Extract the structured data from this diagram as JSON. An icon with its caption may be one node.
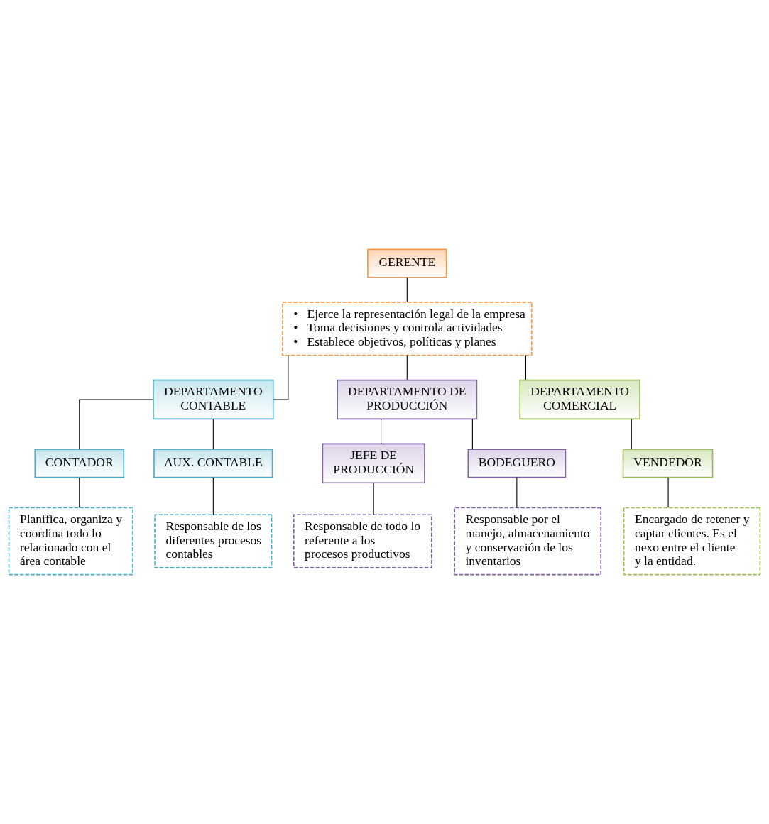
{
  "diagram": {
    "nodes": [
      {
        "text": [
          "GERENTE"
        ]
      },
      {
        "text": [
          "•   Ejerce la representación legal de la empresa",
          "•   Toma decisiones y controla actividades",
          "•   Establece objetivos, políticas y planes"
        ]
      },
      {
        "text": [
          "DEPARTAMENTO CONTABLE"
        ]
      },
      {
        "text": [
          "DEPARTAMENTO DE PRODUCCIÓN"
        ]
      },
      {
        "text": [
          "DEPARTAMENTO COMERCIAL"
        ]
      },
      {
        "text": [
          "CONTADOR"
        ]
      },
      {
        "text": [
          "Planifica, organiza y coordina todo lo relacionado con el área contable"
        ]
      },
      {
        "text": [
          "AUX. CONTABLE"
        ]
      },
      {
        "text": [
          "Responsable de los diferentes procesos contables"
        ]
      },
      {
        "text": [
          "JEFE DE PRODUCCIÓN"
        ]
      },
      {
        "text": [
          "Responsable de todo lo referente a los procesos productivos"
        ]
      },
      {
        "text": [
          "BODEGUERO"
        ]
      },
      {
        "text": [
          "Responsable por el manejo, almacenamiento y conservación de los inventarios"
        ]
      },
      {
        "text": [
          "VENDEDOR"
        ]
      },
      {
        "text": [
          "Encargado de retener y captar clientes. Es el nexo entre el cliente y la entidad."
        ]
      }
    ],
    "edges": [
      {
        "from": 0,
        "to": 1,
        "arrow": "none"
      },
      {
        "from": 1,
        "to": 2,
        "arrow": "none"
      },
      {
        "from": 1,
        "to": 3,
        "arrow": "none"
      },
      {
        "from": 1,
        "to": 4,
        "arrow": "none"
      },
      {
        "from": 2,
        "to": 5,
        "arrow": "none"
      },
      {
        "from": 2,
        "to": 7,
        "arrow": "none"
      },
      {
        "from": 5,
        "to": 6,
        "arrow": "none"
      },
      {
        "from": 7,
        "to": 8,
        "arrow": "none"
      },
      {
        "from": 3,
        "to": 9,
        "arrow": "none"
      },
      {
        "from": 3,
        "to": 11,
        "arrow": "none"
      },
      {
        "from": 9,
        "to": 10,
        "arrow": "none"
      },
      {
        "from": 11,
        "to": 12,
        "arrow": "none"
      },
      {
        "from": 4,
        "to": 13,
        "arrow": "none"
      },
      {
        "from": 13,
        "to": 14,
        "arrow": "none"
      }
    ]
  }
}
